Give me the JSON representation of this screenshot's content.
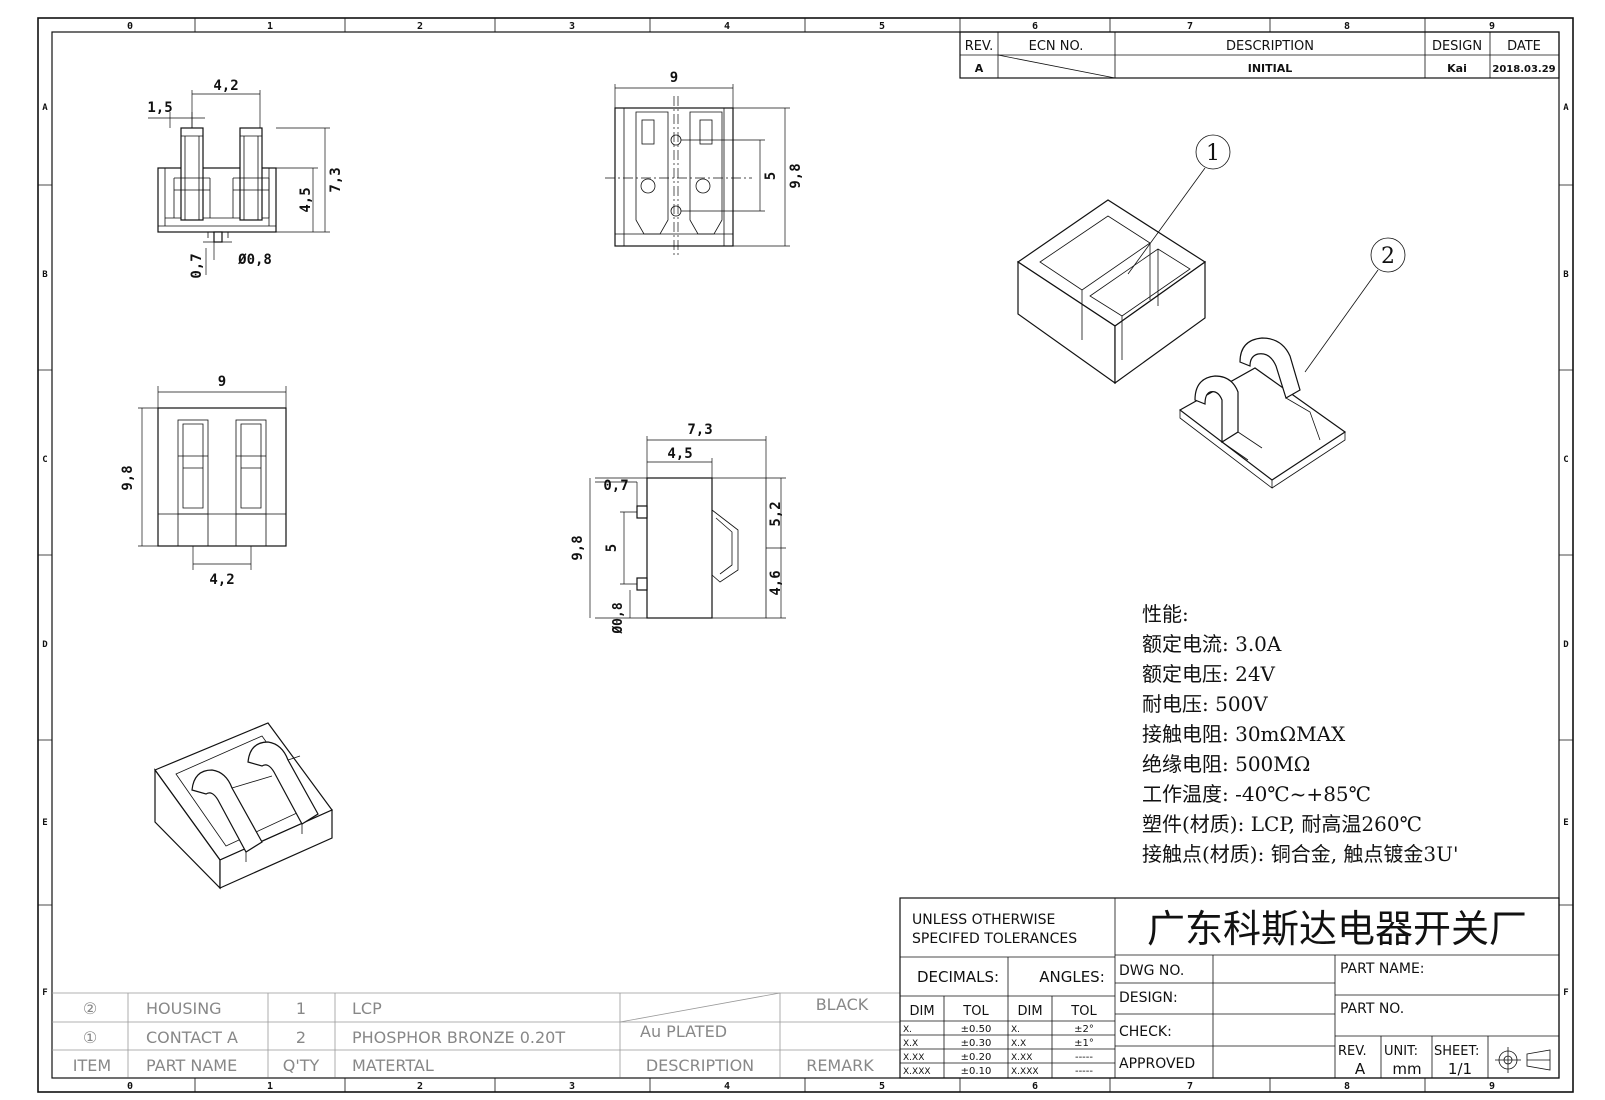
{
  "frame": {
    "columns": [
      "0",
      "1",
      "2",
      "3",
      "4",
      "5",
      "6",
      "7",
      "8",
      "9"
    ],
    "rows": [
      "A",
      "B",
      "C",
      "D",
      "E",
      "F"
    ]
  },
  "revision_block": {
    "headers": {
      "rev": "REV.",
      "ecn": "ECN NO.",
      "description": "DESCRIPTION",
      "design": "DESIGN",
      "date": "DATE"
    },
    "row": {
      "rev": "A",
      "description": "INITIAL",
      "design": "Kai",
      "date": "2018.03.29"
    }
  },
  "dimensions": {
    "front": {
      "top_width": "4,2",
      "pin_offset": "1,5",
      "height_outer": "7,3",
      "height_inner": "4,5",
      "pin_gap": "0,7",
      "pin_dia": "Ø0,8"
    },
    "top": {
      "width": "9",
      "pitch": "5",
      "depth": "9,8"
    },
    "bottom": {
      "width": "9",
      "depth": "9,8",
      "inner": "4,2"
    },
    "side": {
      "width_outer": "7,3",
      "width_inner": "4,5",
      "offset": "0,7",
      "height": "9,8",
      "pitch": "5",
      "dia": "Ø0,8",
      "upper": "5,2",
      "lower": "4,6"
    }
  },
  "balloons": [
    "1",
    "2"
  ],
  "specs": {
    "heading": "性能:",
    "lines": [
      "额定电流: 3.0A",
      "额定电压: 24V",
      "耐电压: 500V",
      "接触电阻: 30mΩMAX",
      "绝缘电阻: 500MΩ",
      "工作温度: -40℃~+85℃",
      "塑件(材质): LCP, 耐高温260℃",
      "接触点(材质): 铜合金, 触点镀金3U'"
    ]
  },
  "bom": {
    "rows": [
      {
        "item": "②",
        "part": "HOUSING",
        "qty": "1",
        "material": "LCP",
        "description": "",
        "remark": "BLACK"
      },
      {
        "item": "①",
        "part": "CONTACT A",
        "qty": "2",
        "material": "PHOSPHOR BRONZE 0.20T",
        "description": "Au PLATED",
        "remark": ""
      }
    ],
    "header": {
      "item": "ITEM",
      "part": "PART NAME",
      "qty": "Q'TY",
      "material": "MATERTAL",
      "description": "DESCRIPTION",
      "remark": "REMARK"
    }
  },
  "title_block": {
    "tolerance_title_1": "UNLESS OTHERWISE",
    "tolerance_title_2": "SPECIFED TOLERANCES",
    "decimals": "DECIMALS:",
    "angles": "ANGLES:",
    "dim": "DIM",
    "tol": "TOL",
    "decimal_rows": [
      [
        "X.",
        "±0.50"
      ],
      [
        "X.X",
        "±0.30"
      ],
      [
        "X.XX",
        "±0.20"
      ],
      [
        "X.XXX",
        "±0.10"
      ]
    ],
    "angle_rows": [
      [
        "X.",
        "±2°"
      ],
      [
        "X.X",
        "±1°"
      ],
      [
        "X.XX",
        "-----"
      ],
      [
        "X.XXX",
        "-----"
      ]
    ],
    "company": "广东科斯达电器开关厂",
    "dwg_no": "DWG NO.",
    "design": "DESIGN:",
    "check": "CHECK:",
    "approved": "APPROVED",
    "part_name": "PART NAME:",
    "part_no": "PART NO.",
    "rev_label": "REV.",
    "rev_value": "A",
    "unit_label": "UNIT:",
    "unit_value": "mm",
    "sheet_label": "SHEET:",
    "sheet_value": "1/1"
  }
}
